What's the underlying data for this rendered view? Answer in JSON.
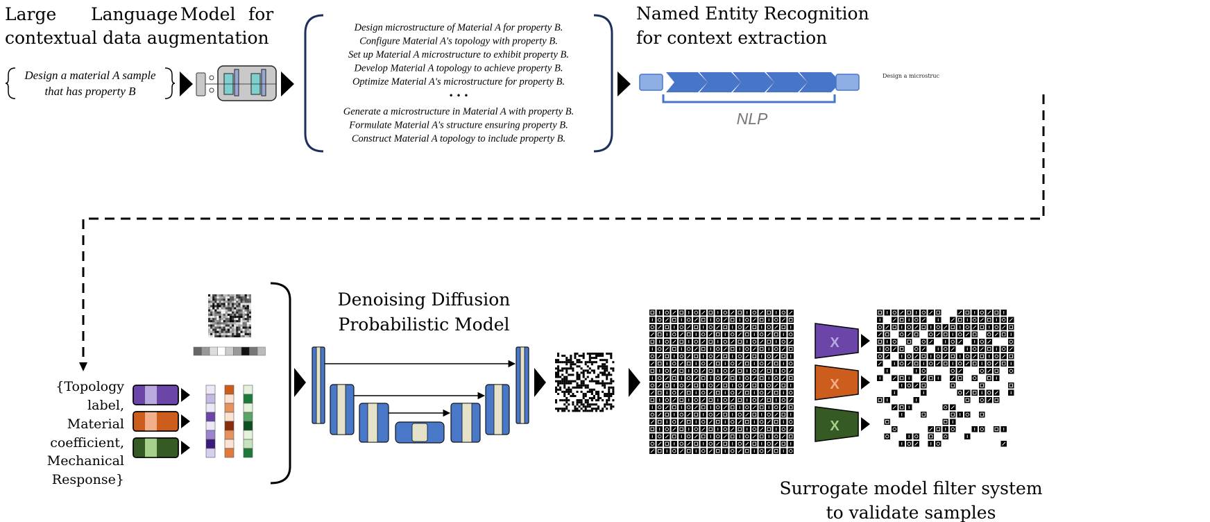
{
  "stage1": {
    "title_line1_words": [
      "Large",
      "Language",
      "Model",
      "for"
    ],
    "title_line2": "contextual data augmentation",
    "prompt_line1": "Design a material A sample",
    "prompt_line2": "that has property B"
  },
  "augmented_prompts": {
    "lines_top": [
      "Design microstructure of Material A for property B.",
      "Configure Material A's topology with property B.",
      "Set up Material A microstructure to exhibit property B.",
      "Develop Material A topology to achieve property B.",
      "Optimize Material A's microstructure for property B."
    ],
    "ellipsis": "• • •",
    "lines_bottom": [
      "Generate a microstructure in Material A with property B.",
      "Formulate Material A's structure ensuring property B.",
      "Construct Material A topology to include property B."
    ]
  },
  "ner": {
    "title_line1": "Named Entity Recognition",
    "title_line2": "for context extraction",
    "nlp_label": "NLP",
    "output_snippet": "Design a microstruc"
  },
  "conditions": {
    "lines": [
      "{Topology",
      "label,",
      "Material",
      "coefficient,",
      "Mechanical",
      "Response}"
    ]
  },
  "ddpm": {
    "title_line1": "Denoising Diffusion",
    "title_line2": "Probabilistic Model"
  },
  "surrogate": {
    "title_line1": "Surrogate model filter system",
    "title_line2": "to validate samples",
    "filter_symbol": "X",
    "filter_colors": [
      "#6b46a8",
      "#cc5d1c",
      "#365a24"
    ],
    "filter_light_colors": [
      "#b9a9dd",
      "#f2b08a",
      "#a7d08a"
    ]
  },
  "palette": {
    "unet_blue": "#4a78c8",
    "unet_cream": "#e4e2c8",
    "ner_blue": "#4776c9",
    "ner_light": "#8faee3",
    "bracket_navy": "#1f2f5c"
  }
}
